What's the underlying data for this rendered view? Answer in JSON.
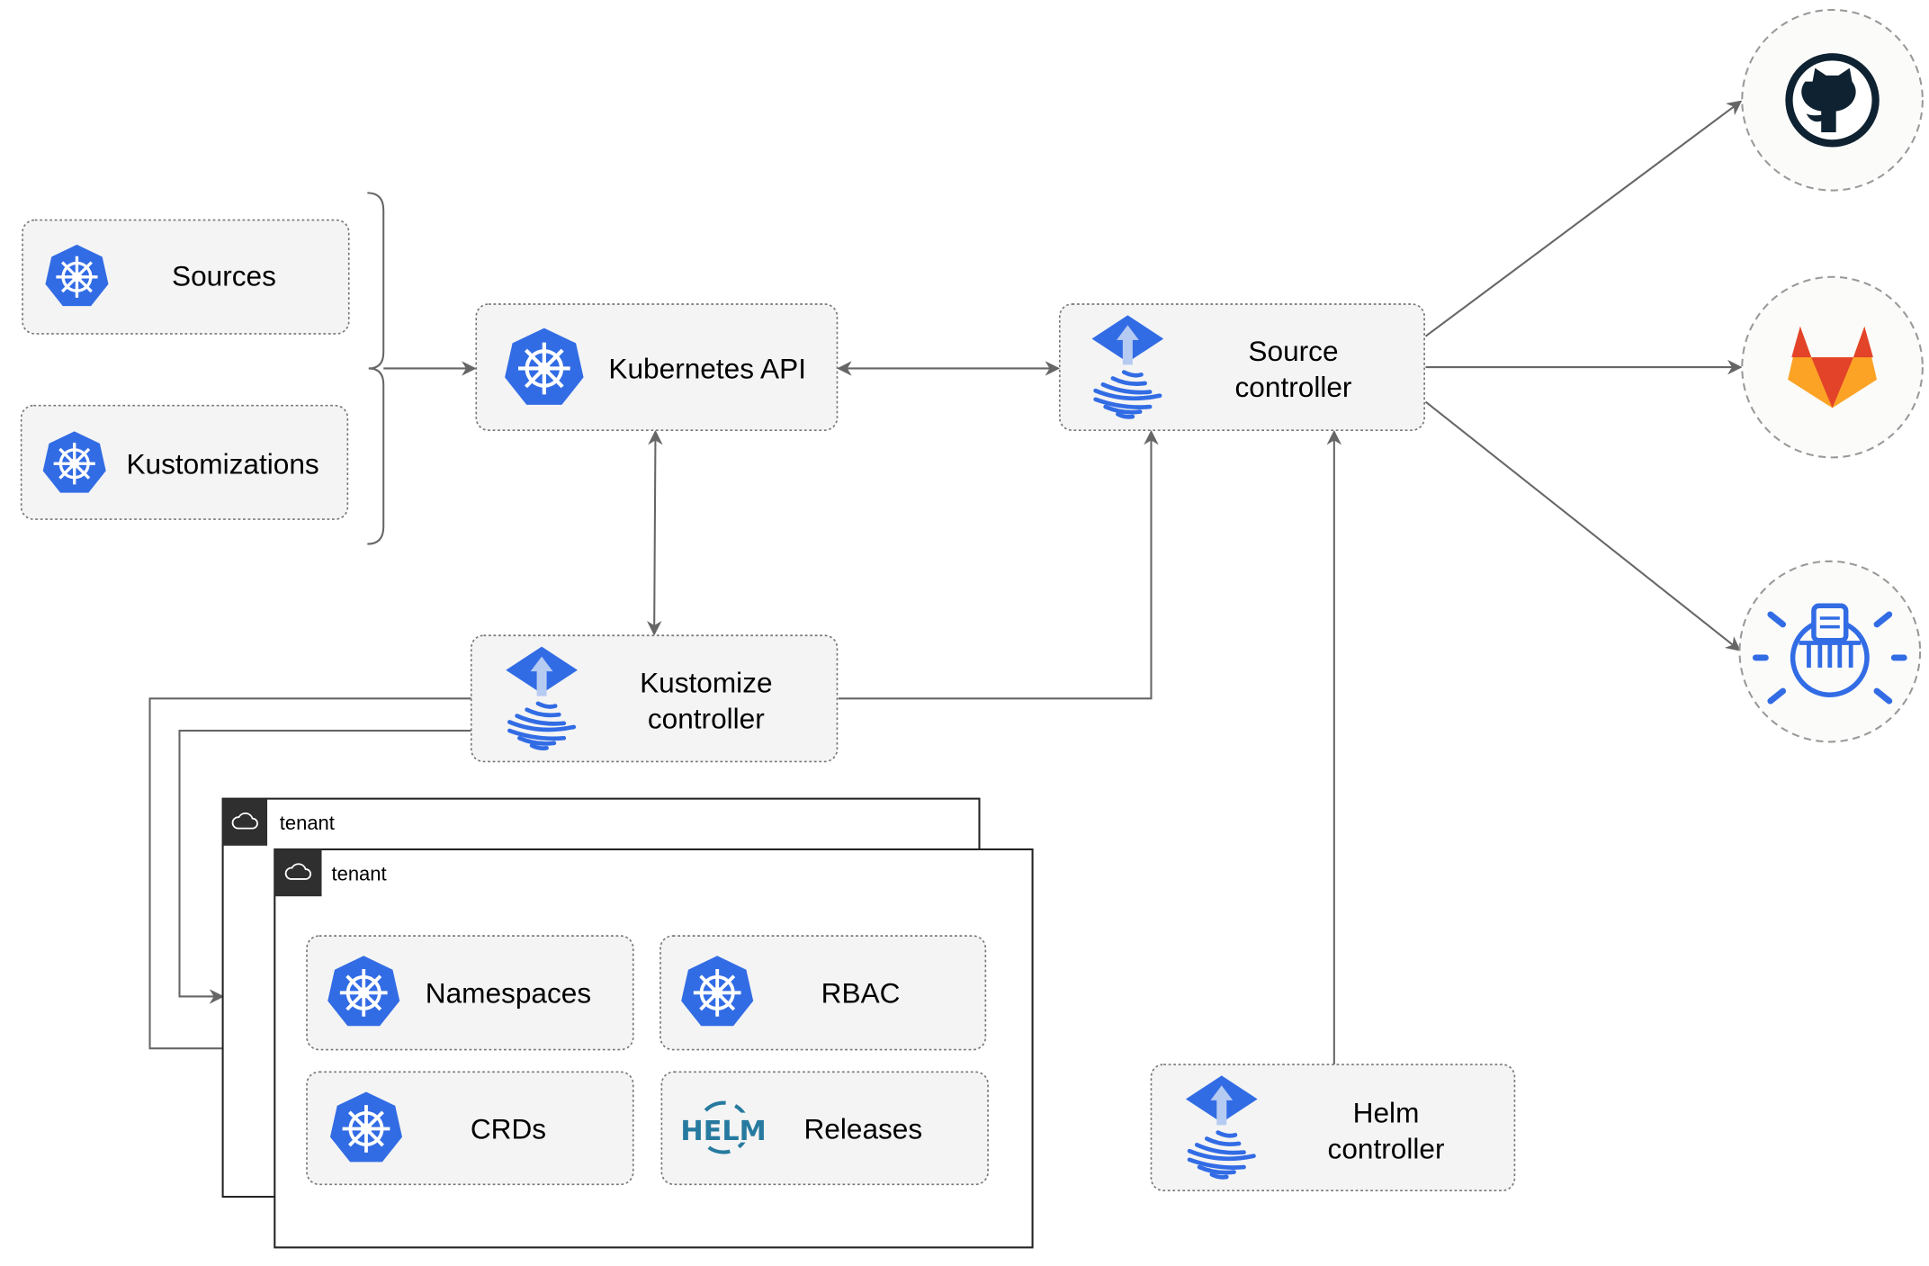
{
  "nodes": {
    "sources": "Sources",
    "kustomizations": "Kustomizations",
    "kubernetes_api": "Kubernetes API",
    "source_controller": [
      "Source",
      "controller"
    ],
    "kustomize_controller": [
      "Kustomize",
      "controller"
    ],
    "helm_controller": [
      "Helm",
      "controller"
    ],
    "namespaces": "Namespaces",
    "rbac": "RBAC",
    "crds": "CRDs",
    "releases": "Releases"
  },
  "tenants": [
    "tenant",
    "tenant"
  ],
  "logos": {
    "helm": "HELM"
  },
  "external_sources": [
    {
      "icon": "github-icon"
    },
    {
      "icon": "gitlab-icon"
    },
    {
      "icon": "helm-repository-icon"
    }
  ],
  "colors": {
    "kubernetes_blue": "#326ce5",
    "helm_blue": "#277a9f",
    "github_dark": "#0f2231",
    "gitlab_orange": "#e24329",
    "gitlab_light": "#fca326"
  }
}
